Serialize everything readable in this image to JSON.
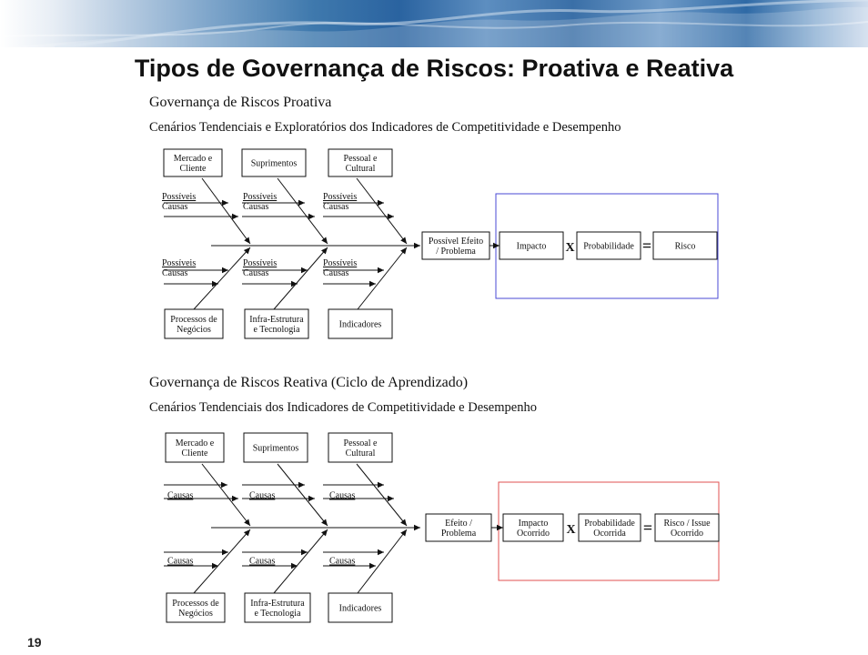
{
  "slide": {
    "title": "Tipos de Governança de Riscos: Proativa e Reativa",
    "page_number": "19"
  },
  "colors": {
    "proactive_frame": "#4a4ad6",
    "reactive_frame": "#e05252"
  },
  "proactive": {
    "title": "Governança de Riscos Proativa",
    "subtitle": "Cenários Tendenciais e Exploratórios dos Indicadores de Competitividade e Desempenho",
    "top_boxes": [
      [
        "Mercado e",
        "Cliente"
      ],
      [
        "Suprimentos"
      ],
      [
        "Pessoal e",
        "Cultural"
      ]
    ],
    "bottom_boxes": [
      [
        "Processos de",
        "Negócios"
      ],
      [
        "Infra-Estrutura",
        "e Tecnologia"
      ],
      [
        "Indicadores"
      ]
    ],
    "upper_cause_labels": [
      [
        "Possíveis",
        "Causas"
      ],
      [
        "Possíveis",
        "Causas"
      ],
      [
        "Possíveis",
        "Causas"
      ]
    ],
    "lower_cause_labels": [
      [
        "Possíveis",
        "Causas"
      ],
      [
        "Possíveis",
        "Causas"
      ],
      [
        "Possíveis",
        "Causas"
      ]
    ],
    "effect": [
      "Possível Efeito",
      "/ Problema"
    ],
    "impact": [
      "Impacto"
    ],
    "probability": [
      "Probabilidade"
    ],
    "risk": [
      "Risco"
    ],
    "times": "X",
    "equals": "="
  },
  "reactive": {
    "title": "Governança de Riscos Reativa (Ciclo de Aprendizado)",
    "subtitle": "Cenários Tendenciais dos Indicadores de Competitividade e Desempenho",
    "top_boxes": [
      [
        "Mercado e",
        "Cliente"
      ],
      [
        "Suprimentos"
      ],
      [
        "Pessoal e",
        "Cultural"
      ]
    ],
    "bottom_boxes": [
      [
        "Processos de",
        "Negócios"
      ],
      [
        "Infra-Estrutura",
        "e Tecnologia"
      ],
      [
        "Indicadores"
      ]
    ],
    "upper_cause_labels": [
      [
        "Causas"
      ],
      [
        "Causas"
      ],
      [
        "Causas"
      ]
    ],
    "lower_cause_labels": [
      [
        "Causas"
      ],
      [
        "Causas"
      ],
      [
        "Causas"
      ]
    ],
    "effect": [
      "Efeito /",
      "Problema"
    ],
    "impact": [
      "Impacto",
      "Ocorrido"
    ],
    "probability": [
      "Probabilidade",
      "Ocorrida"
    ],
    "risk": [
      "Risco / Issue",
      "Ocorrido"
    ],
    "times": "X",
    "equals": "="
  }
}
